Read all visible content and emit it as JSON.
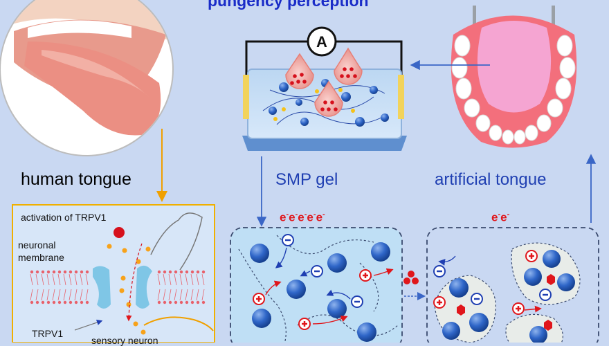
{
  "title": "pungency perception",
  "labels": {
    "human_tongue": "human  tongue",
    "smp_gel": "SMP gel",
    "artificial_tongue": "artificial tongue",
    "activation": "activation of TRPV1",
    "neuronal_1": "neuronal",
    "neuronal_2": "membrane",
    "trpv1": "TRPV1",
    "sensory_neuron": "sensory neuron",
    "ammeter": "A"
  },
  "electrons": {
    "gel_count": 5,
    "tongue_count": 2,
    "symbol": "e",
    "sign": "-"
  },
  "colors": {
    "background": "#c9d8f2",
    "title": "#1a2cc8",
    "label_blue": "#1f3fb2",
    "electron_red": "#e0161b",
    "sphere_blue": "#2f66c8",
    "arrow_blue": "#3a66c6",
    "arrow_orange": "#f0a000"
  }
}
